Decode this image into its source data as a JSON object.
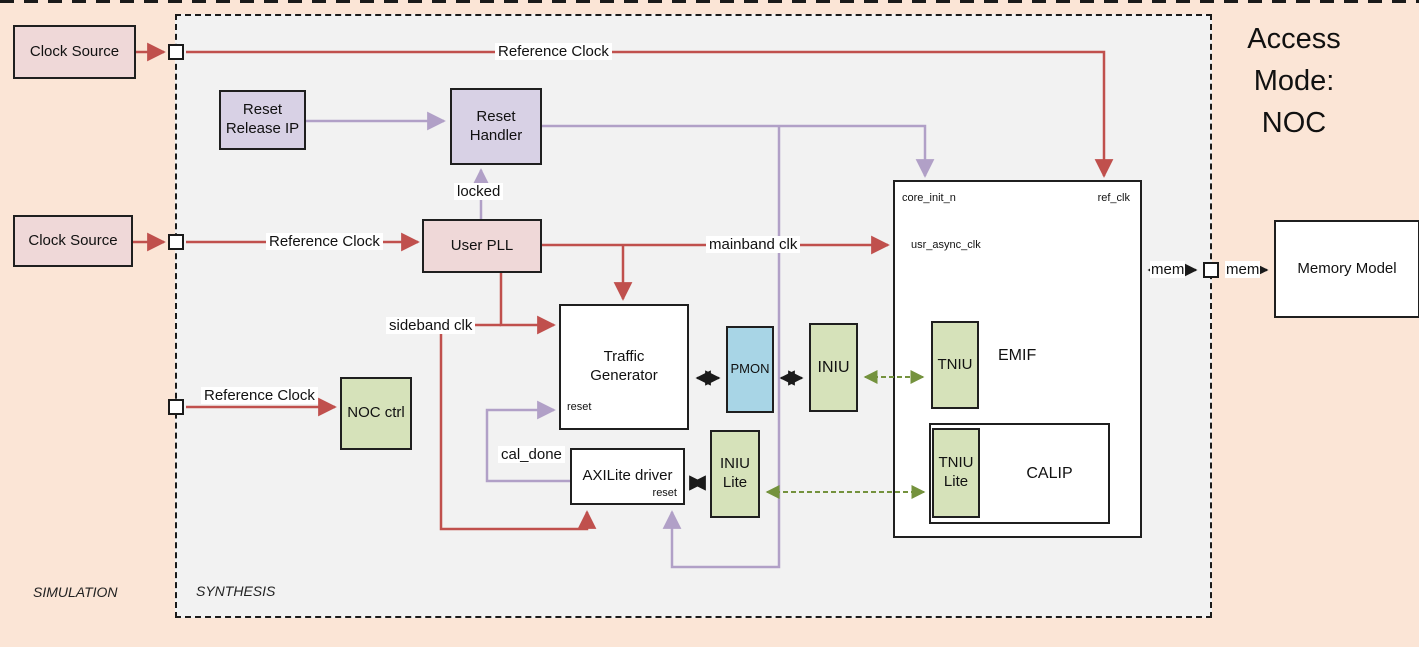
{
  "access_mode": "Access Mode: NOC",
  "regions": {
    "simulation": "SIMULATION",
    "synthesis": "SYNTHESIS"
  },
  "blocks": {
    "clock_source_top": {
      "label": "Clock Source"
    },
    "clock_source_mid": {
      "label": "Clock Source"
    },
    "reset_release_ip": {
      "label": "Reset Release IP"
    },
    "reset_handler": {
      "label": "Reset Handler"
    },
    "user_pll": {
      "label": "User PLL"
    },
    "traffic_generator": {
      "label": "Traffic Generator",
      "reset_port": "reset"
    },
    "pmon": {
      "label": "PMON"
    },
    "iniu": {
      "label": "INIU"
    },
    "axilite_driver": {
      "label": "AXILite driver",
      "reset_port": "reset"
    },
    "iniu_lite": {
      "label": "INIU Lite"
    },
    "noc_ctrl": {
      "label": "NOC ctrl"
    },
    "memory_model": {
      "label": "Memory Model"
    },
    "noc_core": {
      "core_init_n": "core_init_n",
      "ref_clk": "ref_clk",
      "usr_async_clk": "usr_async_clk",
      "tniu": {
        "label": "TNIU"
      },
      "emif": {
        "label": "EMIF"
      },
      "tniu_lite": {
        "label": "TNIU Lite"
      },
      "calip": {
        "label": "CALIP"
      }
    }
  },
  "signals": {
    "reference_clock_top": "Reference Clock",
    "reference_clock_mid": "Reference Clock",
    "reference_clock_bottom": "Reference Clock",
    "locked": "locked",
    "mainband_clk": "mainband clk",
    "sideband_clk": "sideband clk",
    "cal_done": "cal_done",
    "mem_inner": "mem",
    "mem_outer": "mem"
  },
  "colors": {
    "background_peach": "#fbe5d6",
    "synthesis_gray": "#f2f2f2",
    "clock_block_pink": "#efd8d8",
    "reset_block_lavender": "#d8d1e5",
    "niu_block_green": "#d6e2ba",
    "pmon_blue": "#a8d5e6",
    "clock_wire_red": "#c0504d",
    "reset_wire_purple": "#b1a0c7",
    "tniu_link_green": "#74923d",
    "data_wire_black": "#1a1a1a"
  }
}
